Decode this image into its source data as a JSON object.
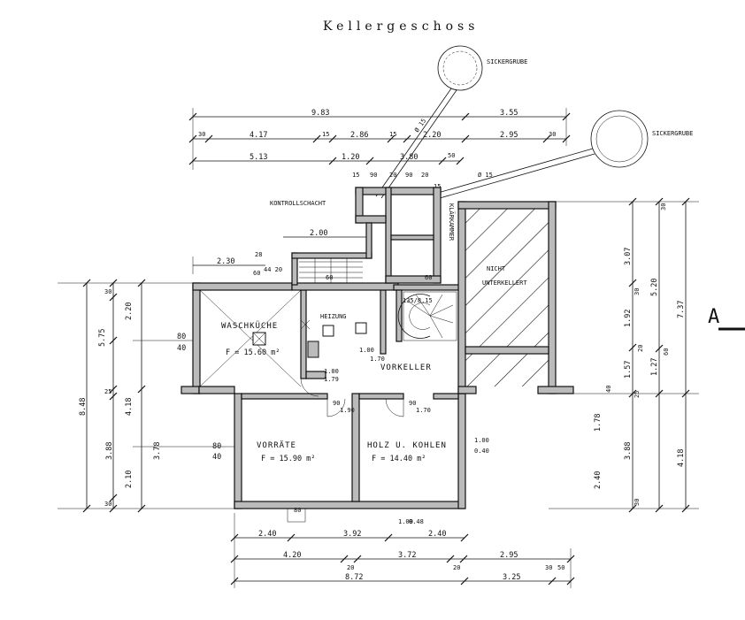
{
  "title": "Kellergeschoss",
  "labels": {
    "sickergrube": "SICKERGRUBE",
    "kontrollschacht": "KONTROLLSCHACHT",
    "klaerkammer": "KLÄRKAMMER",
    "nicht_unterkellert_1": "NICHT",
    "nicht_unterkellert_2": "UNTERKELLERT",
    "waschkueche": "WASCHKÜCHE",
    "waschkueche_area": "F = 15.60 m²",
    "heizung": "HEIZUNG",
    "vorkeller": "VORKELLER",
    "vorraete": "VORRÄTE",
    "vorraete_area": "F = 15.90 m²",
    "holz_kohlen": "HOLZ U. KOHLEN",
    "holz_kohlen_area": "F = 14.40 m²",
    "section_mark": "A",
    "pipe_15": "Ø 15"
  },
  "dims_top": {
    "d983": "9.83",
    "d355": "3.55",
    "d30a": "30",
    "d417": "4.17",
    "d15a": "15",
    "d286": "2.86",
    "d15b": "15",
    "d220": "2.20",
    "d295": "2.95",
    "d30b": "30",
    "d513": "5.13",
    "d120": "1.20",
    "d380": "3.80",
    "d50": "50",
    "d15c": "15",
    "d90a": "90",
    "d90b": "90",
    "d20a": "20",
    "d20b": "20",
    "d15d": "15",
    "d200": "2.00",
    "d230": "2.30",
    "d28": "28",
    "d60": "60",
    "d4420": "44 20"
  },
  "dims_left": {
    "d30a": "30",
    "d220": "2.20",
    "d575": "5.75",
    "d80": "80",
    "d40": "40",
    "d848": "8.48",
    "d25": "25",
    "d418": "4.18",
    "d378": "3.78",
    "d388": "3.88",
    "d210": "2.10",
    "d30b": "30",
    "d80b": "80",
    "d40b": "40"
  },
  "dims_right": {
    "d30a": "30",
    "d307": "3.07",
    "d520": "5.20",
    "d737": "7.37",
    "d192": "1.92",
    "d20": "20",
    "d127": "1.27",
    "d60": "60",
    "d157": "1.57",
    "d40": "40",
    "d25": "25",
    "d30b": "30",
    "d178": "1.78",
    "d388": "3.88",
    "d418": "4.18",
    "d240": "2.40",
    "d30c": "30"
  },
  "dims_bottom": {
    "d240a": "2.40",
    "d392": "3.92",
    "d240b": "2.40",
    "d420": "4.20",
    "d20a": "20",
    "d372": "3.72",
    "d20b": "20",
    "d295": "2.95",
    "d872": "8.72",
    "d325": "3.25",
    "d30": "30",
    "d50": "50",
    "d100": "1.00",
    "d040": "0.40",
    "d0100": "1.00",
    "d048": "0.48"
  },
  "openings": {
    "o1": "1.00",
    "o2": "1.79",
    "o3": "90",
    "o4": "1.90",
    "o5": "90",
    "o6": "1.70",
    "o7": "1.00",
    "o8": "1.70",
    "o9": "1.00",
    "o10": "0.40",
    "o11": "80",
    "o12": "60",
    "o13": "60",
    "o14": "135/8.15"
  }
}
